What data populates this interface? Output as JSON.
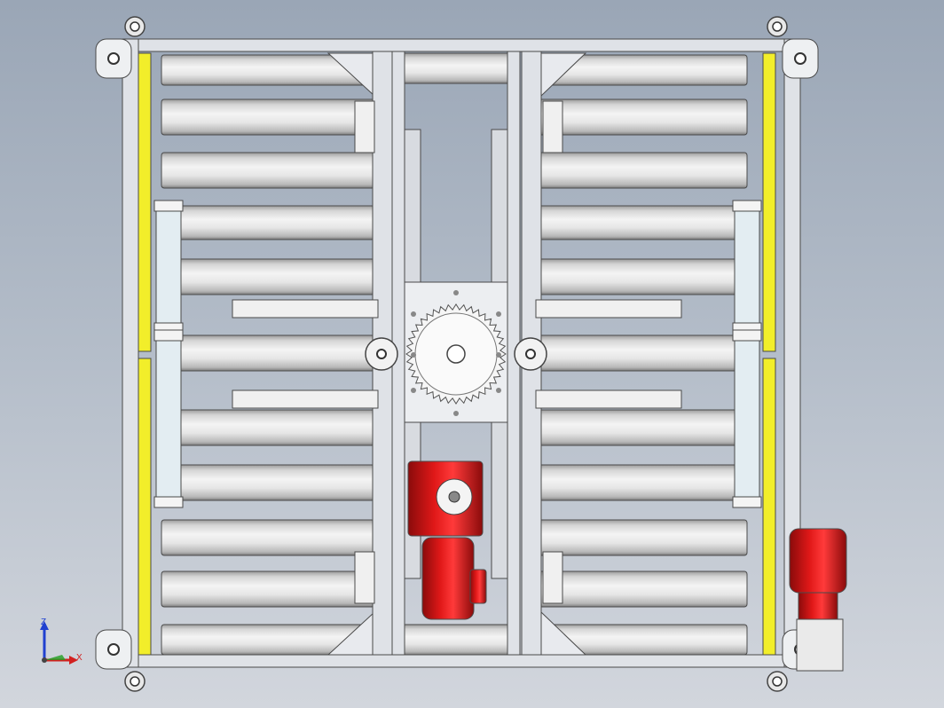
{
  "viewport": {
    "background_top": "#9aa6b6",
    "background_bottom": "#d2d6dd"
  },
  "colors": {
    "frame": "#dfe2e7",
    "frame_edge": "#4a4a4a",
    "roller_light": "#f4f4f4",
    "roller_dark": "#9c9c9c",
    "yellow_guard": "#f2ee2a",
    "motor_red": "#e01818",
    "motor_dark": "#8a0b0b",
    "axis_x": "#d22020",
    "axis_y": "#20a020",
    "axis_z": "#2040d0"
  },
  "assembly": {
    "roller_count_per_side": 11,
    "icons": [
      "corner-wheel-icon",
      "sprocket-icon",
      "gearmotor-icon",
      "pneumatic-cylinder-icon"
    ]
  },
  "triad": {
    "z_label": "Z",
    "x_label": "X"
  }
}
